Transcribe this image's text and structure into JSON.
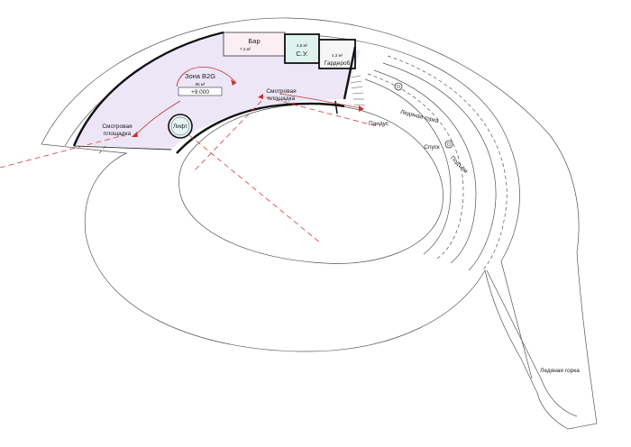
{
  "labels": {
    "bar": "Бар",
    "bar_area": "7,4 м²",
    "wc_area": "4,5 м²",
    "wc": "С.У.",
    "wardrobe_area": "4,3 м²",
    "wardrobe": "Гардероб",
    "zone": "Зона B2G",
    "zone_area": "85 м²",
    "level": "+9.000",
    "lift": "Лифт",
    "view_left_1": "Смотровая",
    "view_left_2": "площадка",
    "view_mid_1": "Смотровая",
    "view_mid_2": "площадка",
    "ramp": "Пандус",
    "ice_slide_top": "Ледяная горка",
    "descent": "Спуск",
    "ascent": "Подъём",
    "ice_slide_bottom": "Ледяная горка"
  },
  "colors": {
    "zone_fill": "#ece6f7",
    "bar_fill": "#fbeff3",
    "wc_fill": "#dff3ee",
    "wardrobe_fill": "#f6f6f6",
    "route": "#c93030",
    "lift_fill": "#e8f3f8"
  }
}
